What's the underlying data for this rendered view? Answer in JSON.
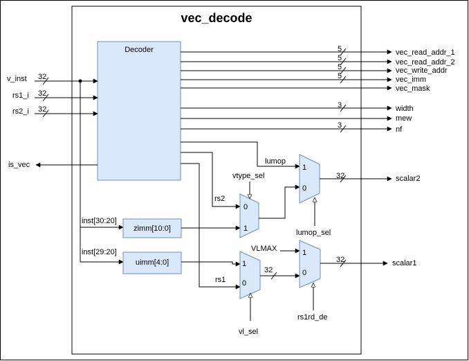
{
  "module": {
    "title": "vec_decode"
  },
  "decoder": {
    "label": "Decoder"
  },
  "inputs": {
    "v_inst": {
      "label": "v_inst",
      "width": "32"
    },
    "rs1_i": {
      "label": "rs1_i",
      "width": "32"
    },
    "rs2_i": {
      "label": "rs2_i",
      "width": "32"
    }
  },
  "outputs": {
    "is_vec": "is_vec",
    "vec_read_addr_1": {
      "label": "vec_read_addr_1",
      "width": "5"
    },
    "vec_read_addr_2": {
      "label": "vec_read_addr_2",
      "width": "5"
    },
    "vec_write_addr": {
      "label": "vec_write_addr",
      "width": "5"
    },
    "vec_imm": {
      "label": "vec_imm",
      "width": "5"
    },
    "vec_mask": {
      "label": "vec_mask"
    },
    "width": {
      "label": "width",
      "width": "3"
    },
    "mew": {
      "label": "mew"
    },
    "nf": {
      "label": "nf",
      "width": "3"
    },
    "scalar2": {
      "label": "scalar2",
      "width": "32"
    },
    "scalar1": {
      "label": "scalar1",
      "width": "32"
    }
  },
  "blocks": {
    "zimm": {
      "label": "zimm[10:0]",
      "tap": "inst[30:20]"
    },
    "uimm": {
      "label": "uimm[4:0]",
      "tap": "inst[29:20]"
    }
  },
  "signals": {
    "lumop": "lumop",
    "vtype_sel": "vtype_sel",
    "rs2": "rs2",
    "rs1": "rs1",
    "lumop_sel": "lumop_sel",
    "vlmax": "VLMAX",
    "vl_sel": "vl_sel",
    "rs1rd_de": "rs1rd_de",
    "mux_internal_width": "32"
  },
  "mux_ports": {
    "one": "1",
    "zero": "0"
  },
  "colors": {
    "block_fill": "#dae8fc",
    "block_stroke": "#6c8ebf",
    "wire": "#000000"
  }
}
